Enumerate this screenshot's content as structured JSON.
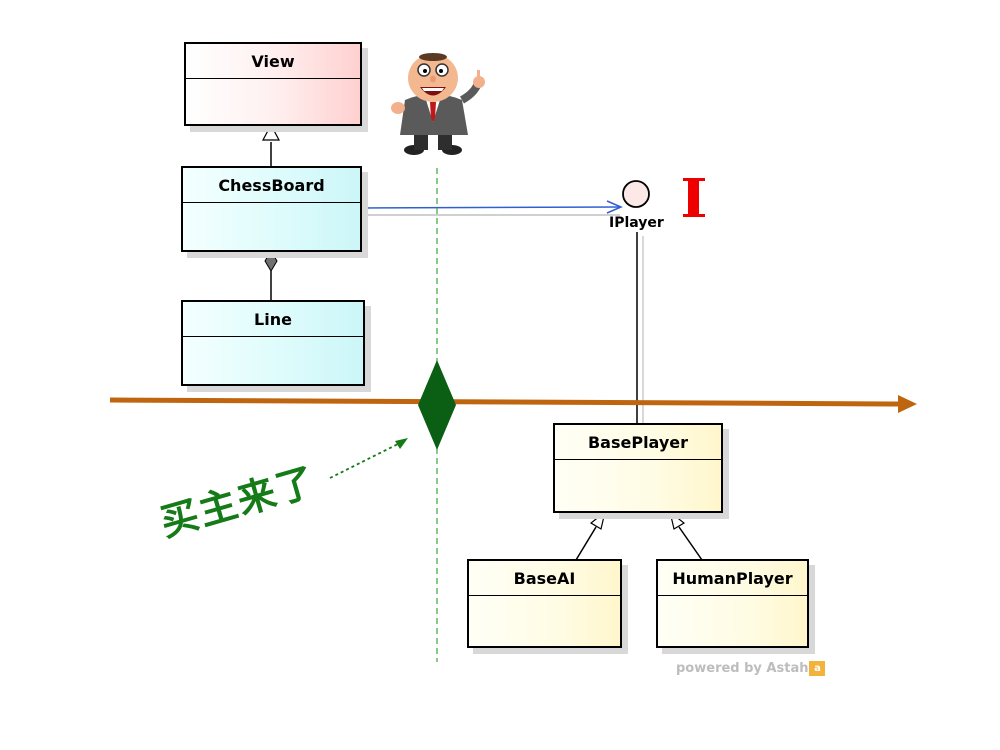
{
  "classes": {
    "view": "View",
    "chessboard": "ChessBoard",
    "line": "Line",
    "baseplayer": "BasePlayer",
    "baseai": "BaseAI",
    "humanplayer": "HumanPlayer"
  },
  "interface": {
    "name": "IPlayer"
  },
  "annotation": {
    "text": "买主来了"
  },
  "watermark": {
    "text": "powered by Astah",
    "badge": "a"
  },
  "colors": {
    "timeline_arrow": "#c0650f",
    "diamond": "#0b5f14",
    "dashed_line": "#3aa83a",
    "annotation_text": "#157a18",
    "marker": "#ee0000",
    "dependency_arrow": "#3060d0"
  },
  "icons": {
    "character": "businessman-cartoon-icon",
    "marker": "red-i-beam-marker-icon"
  }
}
